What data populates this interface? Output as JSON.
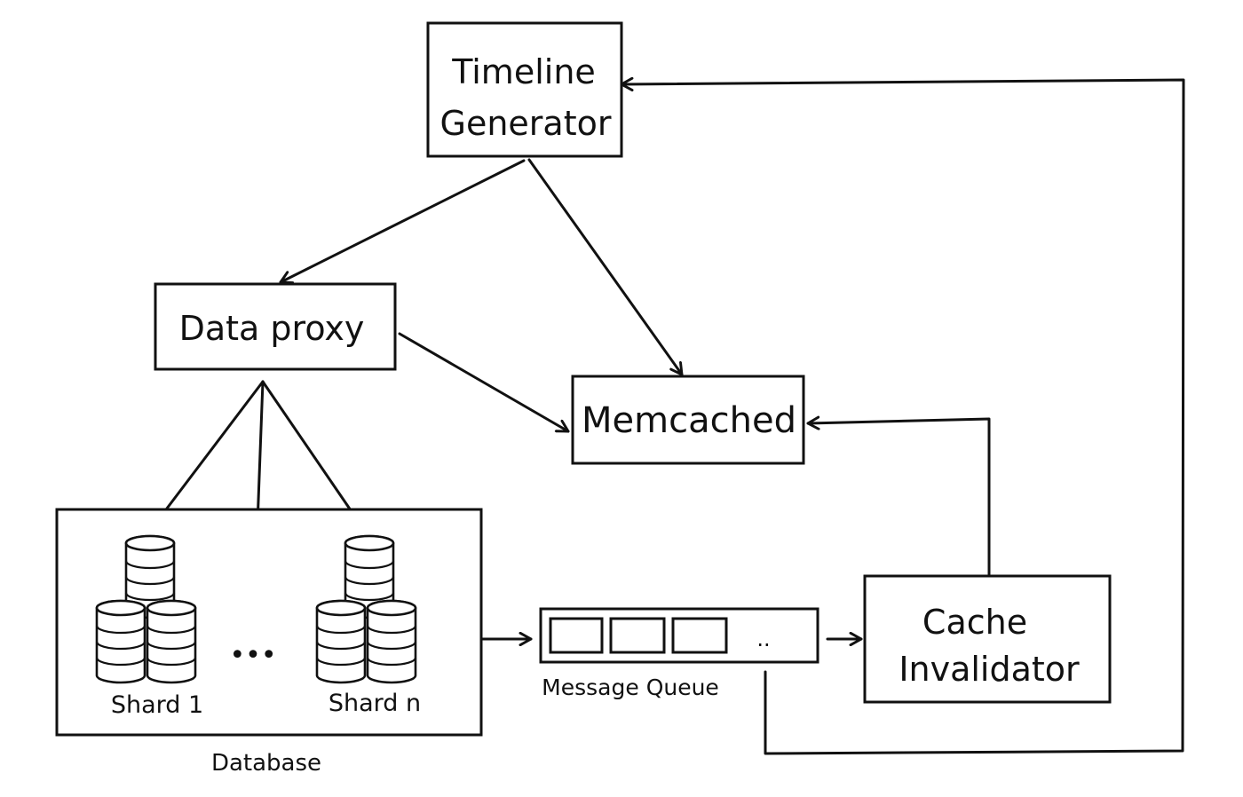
{
  "nodes": {
    "timeline_generator": {
      "line1": "Timeline",
      "line2": "Generator"
    },
    "data_proxy": "Data proxy",
    "memcached": "Memcached",
    "cache_invalidator": {
      "line1": "Cache",
      "line2": "Invalidator"
    },
    "database": {
      "label": "Database",
      "shards": [
        "Shard 1",
        "Shard n"
      ],
      "ellipsis": "•••"
    },
    "message_queue": {
      "label": "Message Queue",
      "ellipsis": ".."
    }
  },
  "edges": [
    {
      "from": "Timeline Generator",
      "to": "Data proxy"
    },
    {
      "from": "Timeline Generator",
      "to": "Memcached"
    },
    {
      "from": "Data proxy",
      "to": "Memcached"
    },
    {
      "from": "Data proxy",
      "to": "Shard 1"
    },
    {
      "from": "Data proxy",
      "to": "Database"
    },
    {
      "from": "Data proxy",
      "to": "Shard n"
    },
    {
      "from": "Database",
      "to": "Message Queue"
    },
    {
      "from": "Message Queue",
      "to": "Cache Invalidator"
    },
    {
      "from": "Cache Invalidator",
      "to": "Memcached"
    },
    {
      "from": "Message Queue",
      "to": "Timeline Generator"
    }
  ]
}
